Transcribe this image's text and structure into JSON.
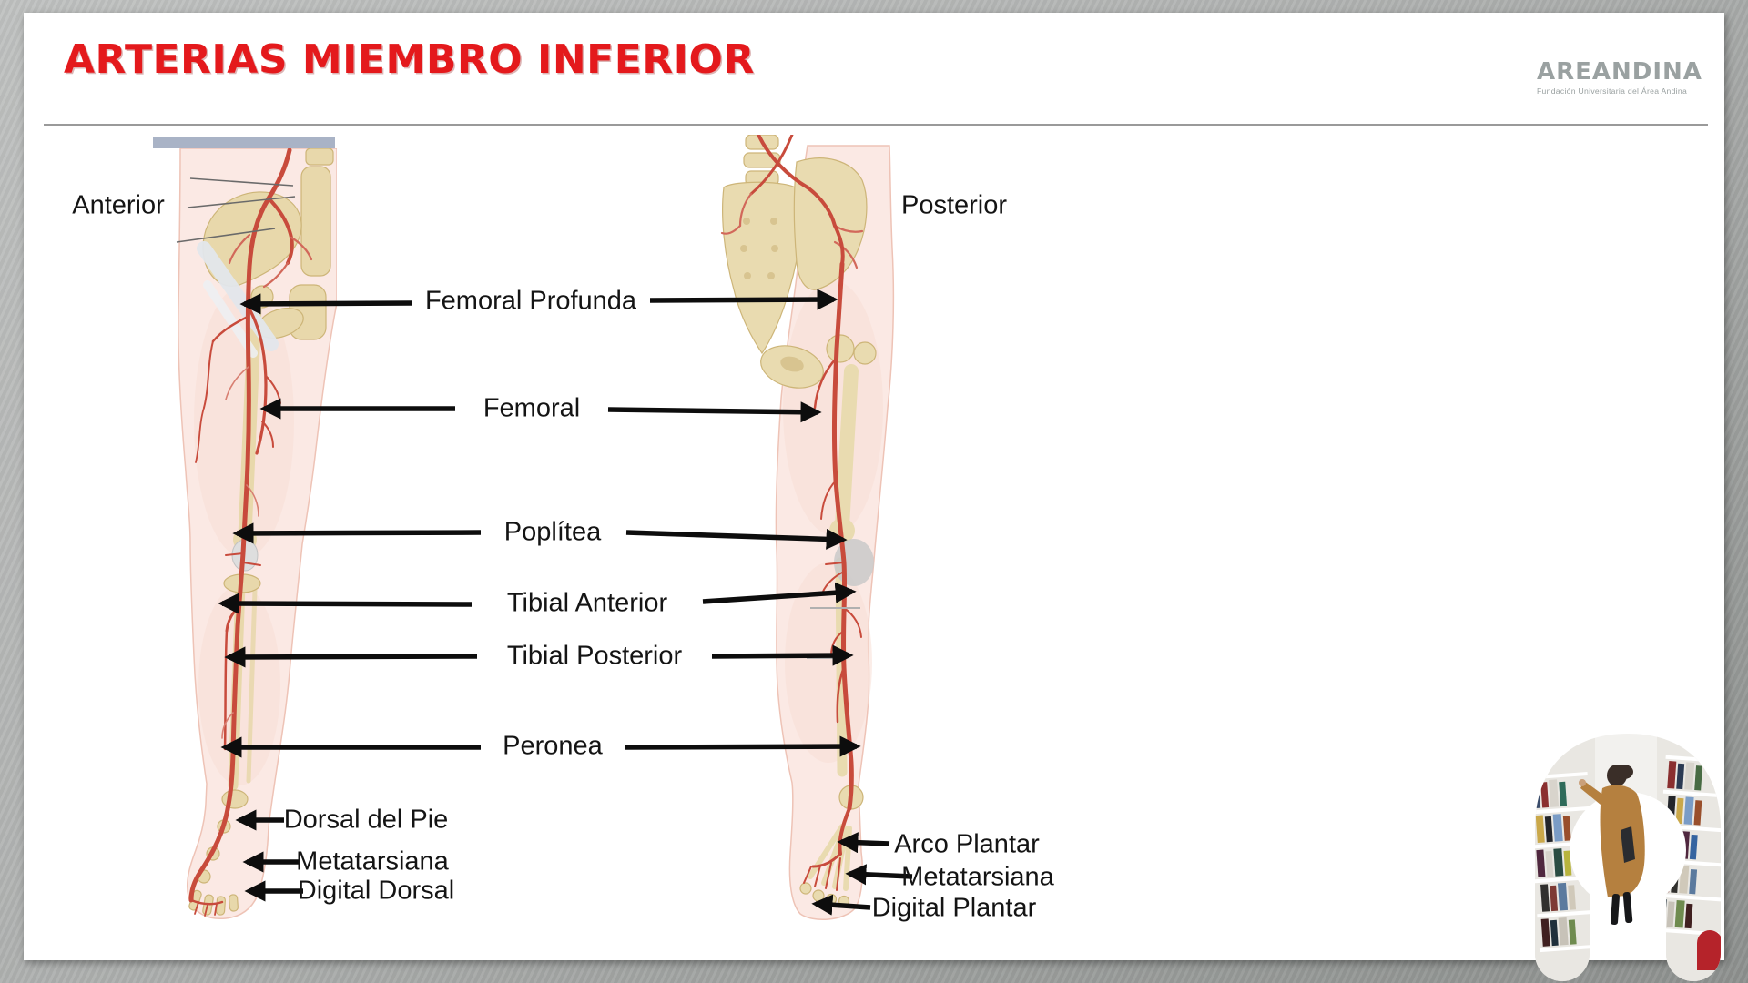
{
  "title": "ARTERIAS MIEMBRO INFERIOR",
  "logo": {
    "name": "AREANDINA",
    "tagline": "Fundación Universitaria del Área Andina"
  },
  "views": {
    "anterior": "Anterior",
    "posterior": "Posterior"
  },
  "artery_labels": {
    "femoral_profunda": "Femoral Profunda",
    "femoral": "Femoral",
    "poplitea": "Poplítea",
    "tibial_anterior": "Tibial Anterior",
    "tibial_posterior": "Tibial Posterior",
    "peronea": "Peronea",
    "dorsal_del_pie": "Dorsal del Pie",
    "metatarsiana_anterior": "Metatarsiana",
    "digital_dorsal": "Digital Dorsal",
    "arco_plantar": "Arco Plantar",
    "metatarsiana_posterior": "Metatarsiana",
    "digital_plantar": "Digital Plantar"
  },
  "colors": {
    "title_red": "#e4191c",
    "frame_gray": "#a9aba9",
    "label_text": "#141414",
    "arrow_black": "#0d0d0d",
    "logo_gray": "#9aa1a1",
    "artery_red": "#c84b3c",
    "bone_tan": "#e8d8ab",
    "skin_pink": "#fbe9e4",
    "top_bar_blue": "#a9b3c6"
  }
}
